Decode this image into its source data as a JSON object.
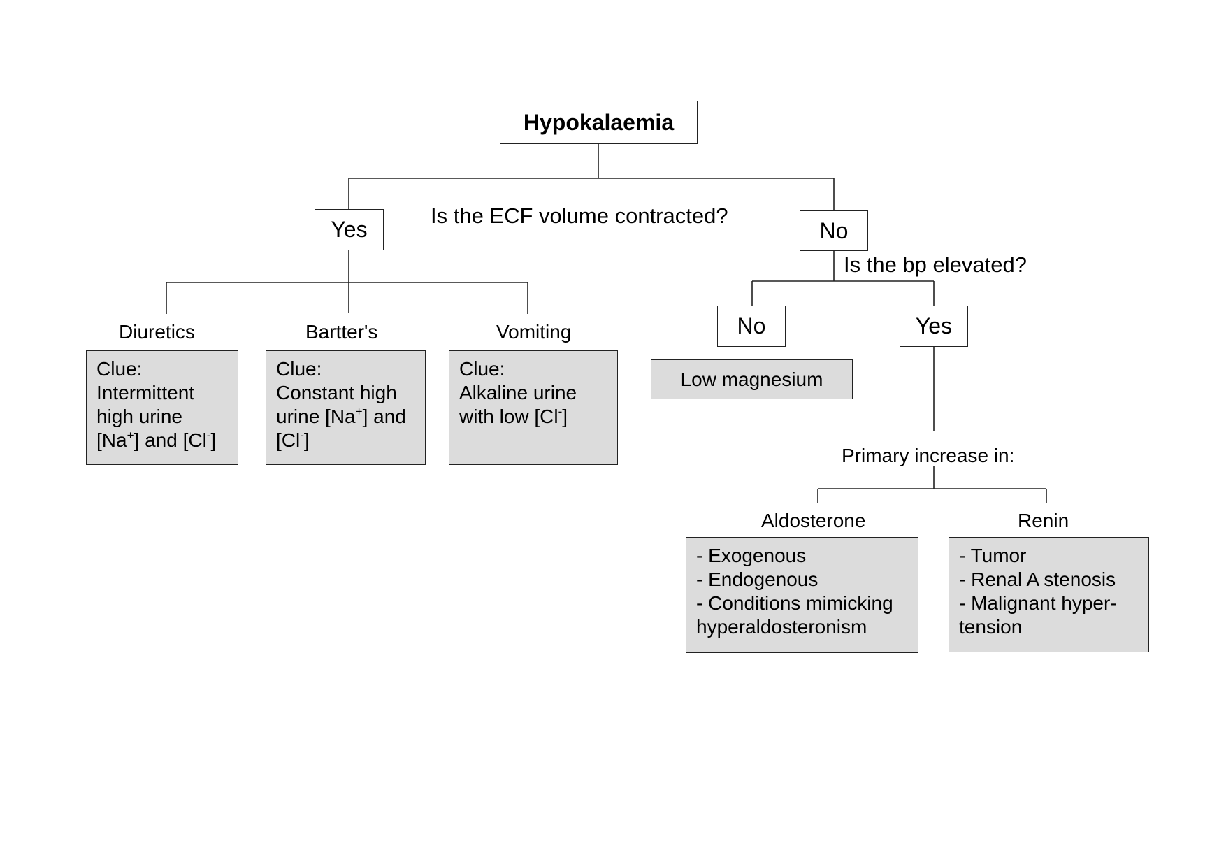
{
  "root": "Hypokalaemia",
  "question1": "Is the ECF volume contracted?",
  "q1_yes": "Yes",
  "q1_no": "No",
  "question2": "Is the bp elevated?",
  "q2_no": "No",
  "q2_yes": "Yes",
  "low_magnesium": "Low magnesium",
  "primary_increase": "Primary increase in:",
  "causes": [
    {
      "label": "Diuretics",
      "clue_title": "Clue:",
      "lines": [
        "Intermittent",
        "high urine"
      ],
      "line3_a": "[Na",
      "line3_sup1": "+",
      "line3_b": "] and [Cl",
      "line3_sup2": "-",
      "line3_c": "]"
    },
    {
      "label": "Bartter's",
      "clue_title": "Clue:",
      "line1": "Constant high",
      "line2_a": "urine [Na",
      "line2_sup1": "+",
      "line2_b": "] and",
      "line3_a": "[Cl",
      "line3_sup1": "-",
      "line3_b": "]"
    },
    {
      "label": "Vomiting",
      "clue_title": "Clue:",
      "line1": "Alkaline urine",
      "line2_a": "with low [Cl",
      "line2_sup1": "-",
      "line2_b": "]"
    }
  ],
  "aldosterone": {
    "label": "Aldosterone",
    "items": [
      "- Exogenous",
      "- Endogenous",
      "- Conditions mimicking",
      "hyperaldosteronism"
    ]
  },
  "renin": {
    "label": "Renin",
    "items": [
      "- Tumor",
      "- Renal A stenosis",
      "- Malignant hyper-",
      "tension"
    ]
  }
}
